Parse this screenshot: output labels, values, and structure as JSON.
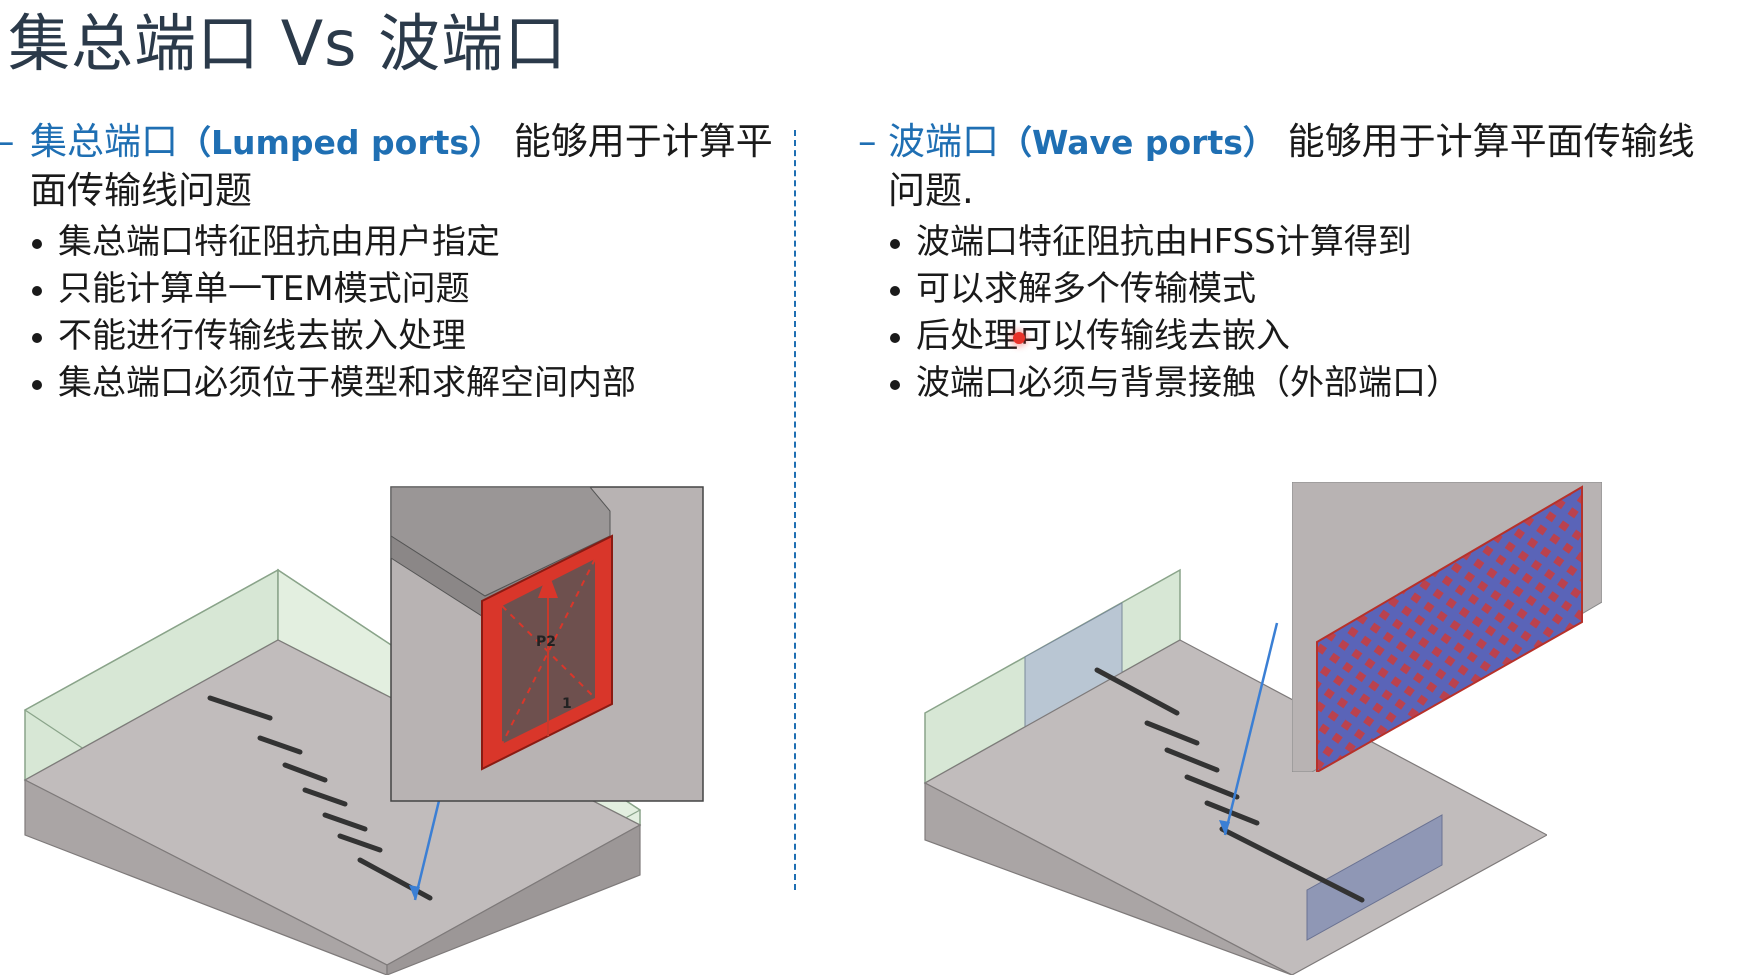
{
  "title": "集总端口 Vs 波端口",
  "left": {
    "dash": "–",
    "heading_cn": "集总端口",
    "heading_en": "（Lumped ports）",
    "heading_rest_1": " 能够用于计算平",
    "heading_rest_2": "面传输线问题",
    "bullets": [
      "集总端口特征阻抗由用户指定",
      "只能计算单一TEM模式问题",
      "不能进行传输线去嵌入处理",
      "集总端口必须位于模型和求解空间内部"
    ],
    "figure": {
      "port_label": "P2",
      "marker_label": "1"
    }
  },
  "right": {
    "dash": "–",
    "heading_cn": "波端口",
    "heading_en": "（Wave ports）",
    "heading_rest_1": " 能够用于计算平面传输线",
    "heading_rest_2": "问题.",
    "bullets": [
      "波端口特征阻抗由HFSS计算得到",
      "可以求解多个传输模式",
      "后处理可以传输线去嵌入",
      "波端口必须与背景接触（外部端口）"
    ]
  },
  "colors": {
    "accent": "#1f6fb3",
    "port_red": "#d9362a",
    "port_blue": "#5a64b8",
    "box_green": "#cfe3cf",
    "substrate": "#a8a3a3"
  }
}
